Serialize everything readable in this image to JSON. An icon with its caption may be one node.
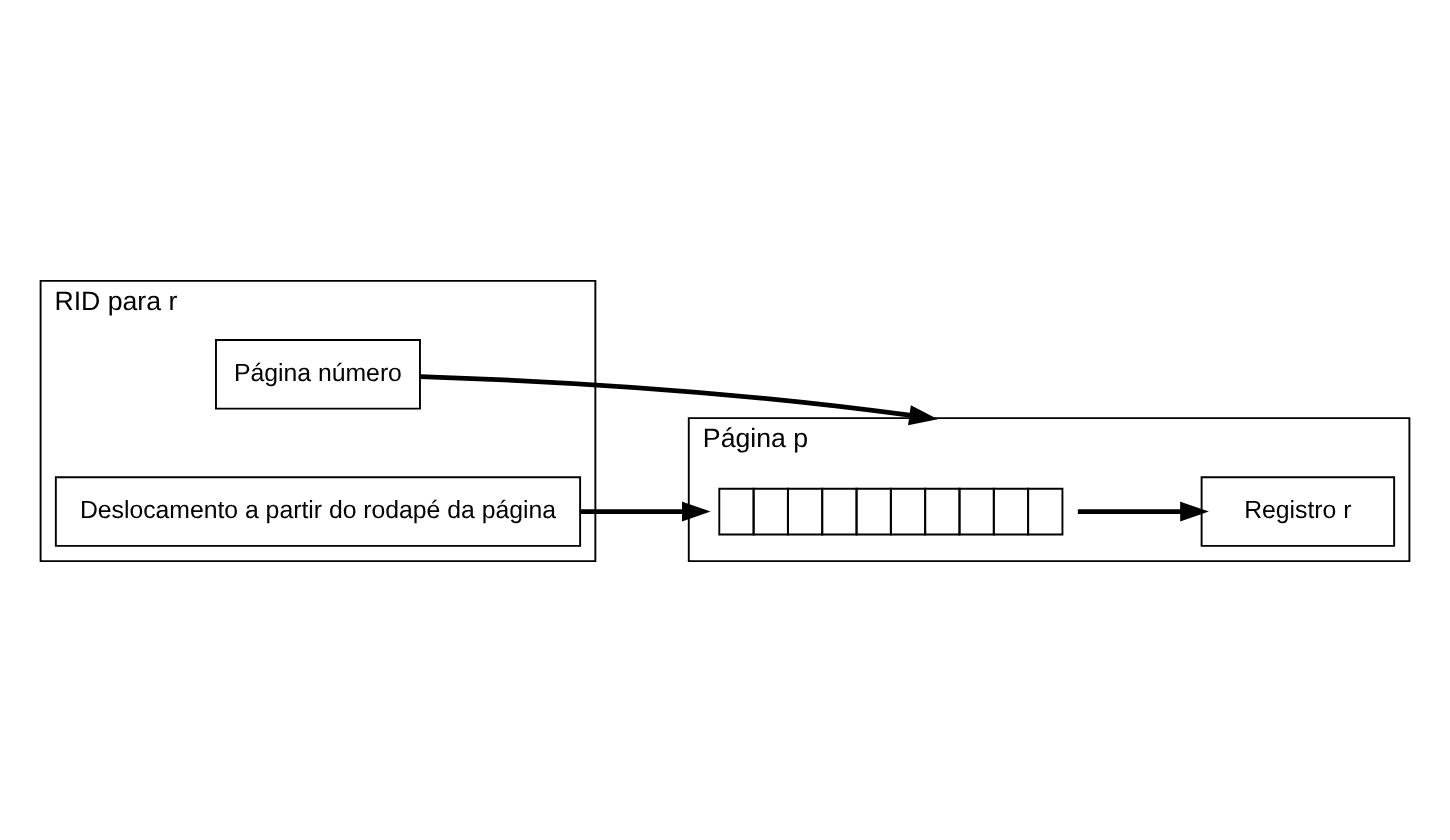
{
  "diagram": {
    "nodes": [
      {
        "text": [
          "Página p"
        ]
      },
      {
        "text": [
          "Registro r"
        ],
        "in": 0
      },
      {
        "text": [],
        "shape": "box",
        "in": 0
      },
      {
        "text": [
          "RID para r"
        ]
      },
      {
        "text": [
          "Página número"
        ],
        "in": 3
      },
      {
        "text": [
          "Deslocamento a partir do rodapé da página"
        ],
        "in": 3
      }
    ],
    "edges": [
      {
        "from": 4,
        "to": 0,
        "arrow": "to"
      },
      {
        "from": 5,
        "to": 2,
        "arrow": "to"
      },
      {
        "from": 2,
        "to": 1,
        "arrow": "to"
      }
    ]
  }
}
